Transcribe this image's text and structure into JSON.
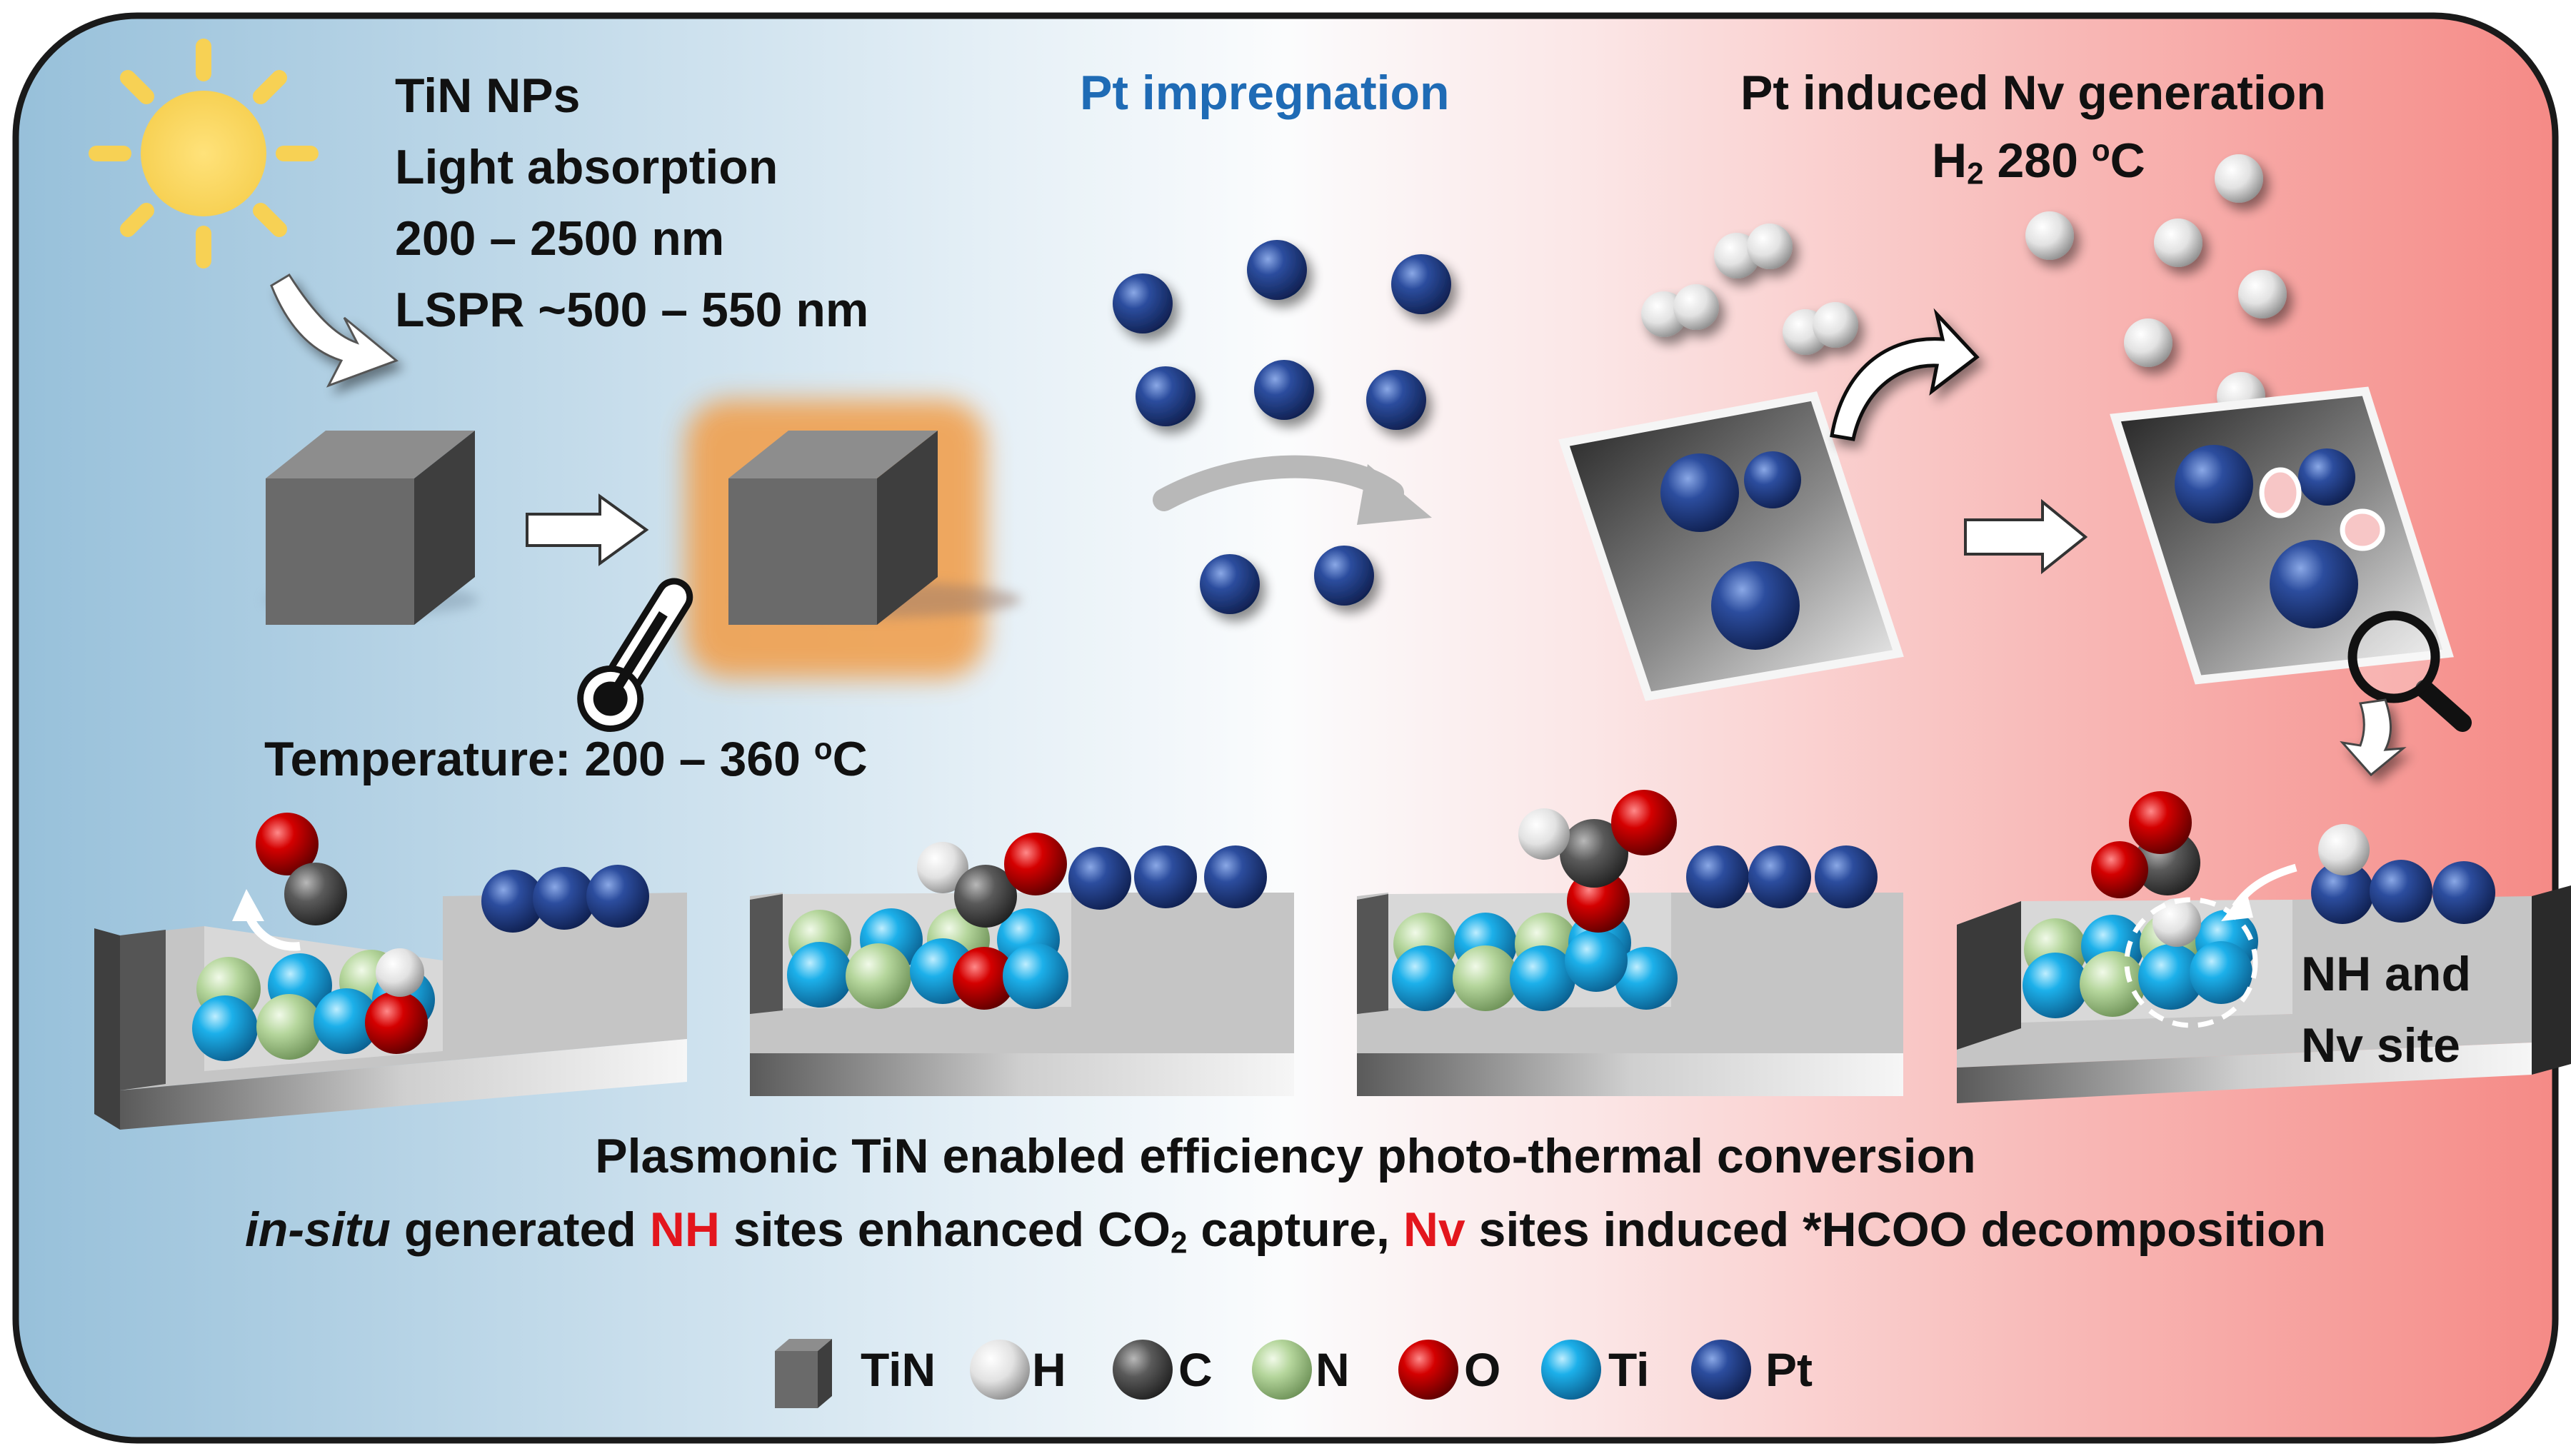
{
  "panel1": {
    "lines": [
      "TiN NPs",
      "Light absorption",
      "200 – 2500 nm",
      "LSPR ~500 – 550 nm"
    ],
    "temperature_prefix": "Temperature: 200 – 360 ",
    "temperature_sup": "o",
    "temperature_suffix": "C"
  },
  "panel2": {
    "title": "Pt impregnation"
  },
  "panel3": {
    "title": "Pt induced Nv generation",
    "cond_h": "H",
    "cond_sub": "2",
    "cond_mid": " 280 ",
    "cond_sup": "o",
    "cond_suffix": "C"
  },
  "site_label": {
    "line1": "NH and",
    "line2": "Nv site"
  },
  "summary": {
    "line1": "Plasmonic TiN enabled efficiency photo-thermal conversion",
    "line2_italic": "in-situ",
    "line2_a": " generated ",
    "line2_nh": "NH",
    "line2_b": " sites enhanced CO",
    "line2_sub": "2",
    "line2_c": " capture, ",
    "line2_nv": "Nv",
    "line2_d": " sites induced *HCOO decomposition"
  },
  "legend": [
    {
      "label": "TiN",
      "icon": "cube-icon",
      "color": "#6d6d6d"
    },
    {
      "label": "H",
      "icon": "sphere-icon",
      "color": "#e8e8e8"
    },
    {
      "label": "C",
      "icon": "sphere-icon",
      "color": "#4a4a4a"
    },
    {
      "label": "N",
      "icon": "sphere-icon",
      "color": "#b6d7a0"
    },
    {
      "label": "O",
      "icon": "sphere-icon",
      "color": "#c00000"
    },
    {
      "label": "Ti",
      "icon": "sphere-icon",
      "color": "#15a8e6"
    },
    {
      "label": "Pt",
      "icon": "sphere-icon",
      "color": "#213f8c"
    }
  ],
  "colors": {
    "bg_left": "#9fc4dc",
    "bg_mid": "#ffffff",
    "bg_right": "#f6918c",
    "accent_blue": "#1f6bb5",
    "accent_red": "#e3161d",
    "glow": "#f0a050"
  }
}
